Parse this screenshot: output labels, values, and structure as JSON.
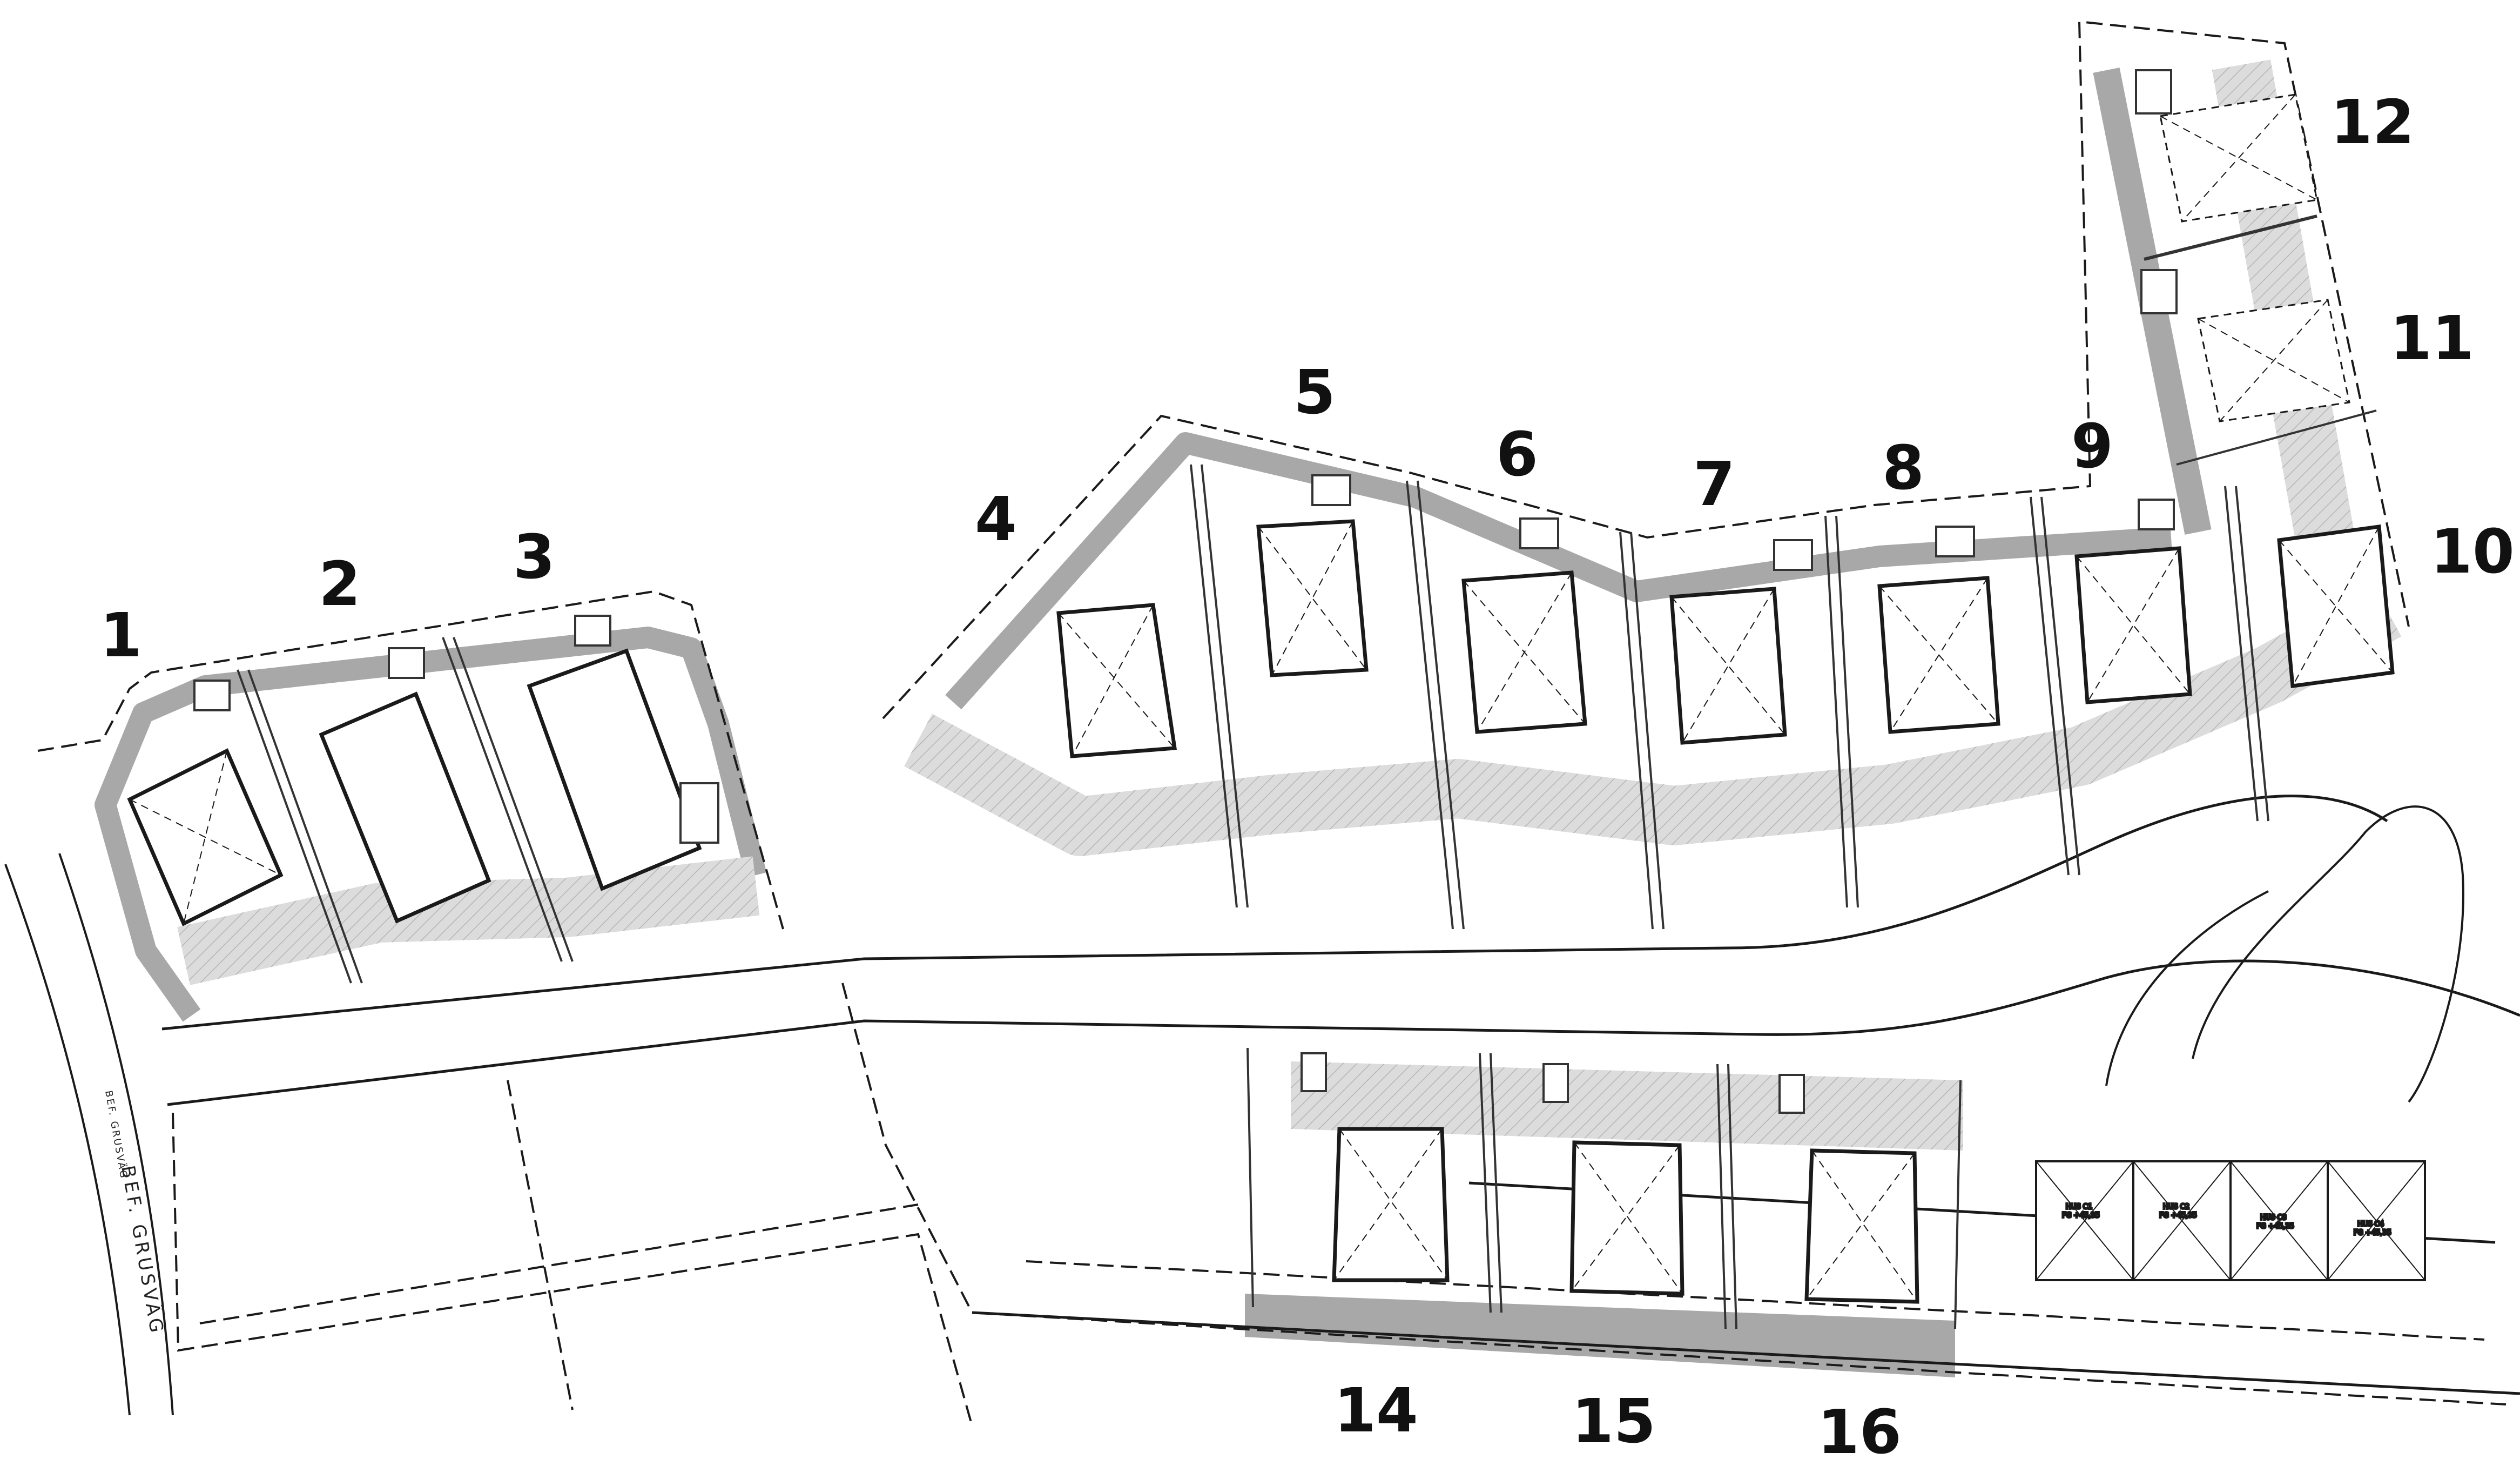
{
  "plot_numbers": [
    "1",
    "2",
    "3",
    "4",
    "5",
    "6",
    "7",
    "8",
    "9",
    "10",
    "11",
    "12",
    "14",
    "15",
    "16"
  ],
  "road_labels": [
    "BEF. GRUSVÄG",
    "BEF. GRUSVÄG"
  ],
  "garage_labels": [
    {
      "line1": "HUS C1",
      "line2": "FG +45,35"
    },
    {
      "line1": "HUS C2",
      "line2": "FG +45,35"
    },
    {
      "line1": "HUS C3",
      "line2": "FG +45,35"
    },
    {
      "line1": "HUS C4",
      "line2": "FG +45,35"
    }
  ],
  "colors": {
    "line": "#1a1a1a",
    "thin_line": "#333333",
    "boundary_band": "#a8a8a8",
    "light_band": "#d6d6d6",
    "background": "#ffffff"
  }
}
